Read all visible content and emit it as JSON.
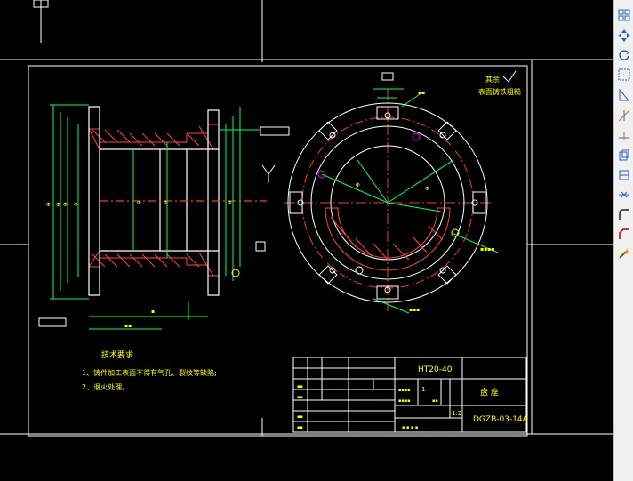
{
  "drawing": {
    "notes_title": "技术要求",
    "notes": [
      "1、铸件加工表面不得有气孔、裂纹等缺陷;",
      "2、退火处理。"
    ],
    "roughness_note_1": "其余",
    "roughness_note_2": "表面铸铁粗糙",
    "material": "HT20-40",
    "part_name": "盘 座",
    "drawing_number": "DGZB-03-14A",
    "scale": "1:2",
    "quantity": "1"
  },
  "icons": [
    "grid-icon",
    "move-icon",
    "rotate-icon",
    "scale-icon",
    "mirror-icon",
    "trim-icon",
    "extend-icon",
    "copy-icon",
    "array-icon",
    "offset-icon",
    "fillet-icon",
    "chamfer-icon",
    "explode-icon"
  ],
  "colors": {
    "background": "#000000",
    "outline": "#ffffff",
    "hatch": "#ff4444",
    "dimension": "#00ff66",
    "centerline": "#ff3333",
    "accent": "#ff00ff",
    "text_yellow": "#ffff00"
  }
}
